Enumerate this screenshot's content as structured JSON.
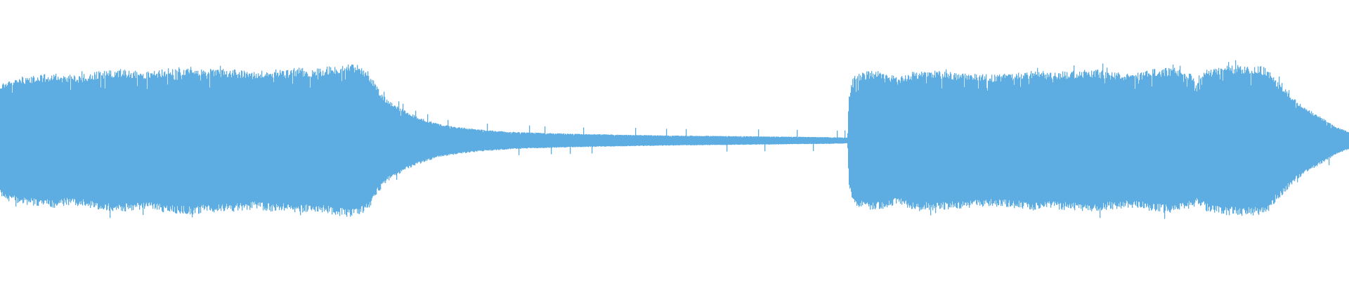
{
  "waveform": {
    "color": "#5dade2",
    "background": "#ffffff",
    "envelope": [
      [
        0.0,
        0.4
      ],
      [
        0.005,
        0.43
      ],
      [
        0.01,
        0.44
      ],
      [
        0.02,
        0.46
      ],
      [
        0.03,
        0.47
      ],
      [
        0.04,
        0.48
      ],
      [
        0.05,
        0.46
      ],
      [
        0.06,
        0.47
      ],
      [
        0.07,
        0.49
      ],
      [
        0.08,
        0.5
      ],
      [
        0.09,
        0.51
      ],
      [
        0.1,
        0.5
      ],
      [
        0.11,
        0.49
      ],
      [
        0.12,
        0.51
      ],
      [
        0.13,
        0.52
      ],
      [
        0.14,
        0.53
      ],
      [
        0.15,
        0.52
      ],
      [
        0.16,
        0.51
      ],
      [
        0.17,
        0.51
      ],
      [
        0.18,
        0.5
      ],
      [
        0.19,
        0.49
      ],
      [
        0.2,
        0.51
      ],
      [
        0.21,
        0.5
      ],
      [
        0.22,
        0.52
      ],
      [
        0.23,
        0.51
      ],
      [
        0.24,
        0.52
      ],
      [
        0.25,
        0.54
      ],
      [
        0.258,
        0.55
      ],
      [
        0.266,
        0.54
      ],
      [
        0.272,
        0.5
      ],
      [
        0.276,
        0.44
      ],
      [
        0.28,
        0.37
      ],
      [
        0.285,
        0.31
      ],
      [
        0.29,
        0.27
      ],
      [
        0.297,
        0.23
      ],
      [
        0.305,
        0.19
      ],
      [
        0.315,
        0.15
      ],
      [
        0.325,
        0.12
      ],
      [
        0.34,
        0.095
      ],
      [
        0.36,
        0.075
      ],
      [
        0.38,
        0.062
      ],
      [
        0.4,
        0.055
      ],
      [
        0.43,
        0.048
      ],
      [
        0.46,
        0.042
      ],
      [
        0.5,
        0.036
      ],
      [
        0.54,
        0.032
      ],
      [
        0.58,
        0.028
      ],
      [
        0.61,
        0.025
      ],
      [
        0.625,
        0.022
      ],
      [
        0.628,
        0.021
      ],
      [
        0.629,
        0.32
      ],
      [
        0.632,
        0.45
      ],
      [
        0.636,
        0.48
      ],
      [
        0.645,
        0.5
      ],
      [
        0.655,
        0.49
      ],
      [
        0.665,
        0.45
      ],
      [
        0.675,
        0.49
      ],
      [
        0.69,
        0.5
      ],
      [
        0.705,
        0.49
      ],
      [
        0.72,
        0.48
      ],
      [
        0.735,
        0.47
      ],
      [
        0.75,
        0.48
      ],
      [
        0.765,
        0.5
      ],
      [
        0.78,
        0.49
      ],
      [
        0.795,
        0.5
      ],
      [
        0.81,
        0.51
      ],
      [
        0.825,
        0.49
      ],
      [
        0.84,
        0.48
      ],
      [
        0.855,
        0.51
      ],
      [
        0.87,
        0.52
      ],
      [
        0.88,
        0.49
      ],
      [
        0.888,
        0.46
      ],
      [
        0.895,
        0.51
      ],
      [
        0.905,
        0.53
      ],
      [
        0.92,
        0.54
      ],
      [
        0.935,
        0.53
      ],
      [
        0.94,
        0.51
      ],
      [
        0.945,
        0.44
      ],
      [
        0.952,
        0.37
      ],
      [
        0.96,
        0.29
      ],
      [
        0.97,
        0.22
      ],
      [
        0.98,
        0.16
      ],
      [
        0.99,
        0.1
      ],
      [
        1.0,
        0.06
      ]
    ]
  }
}
